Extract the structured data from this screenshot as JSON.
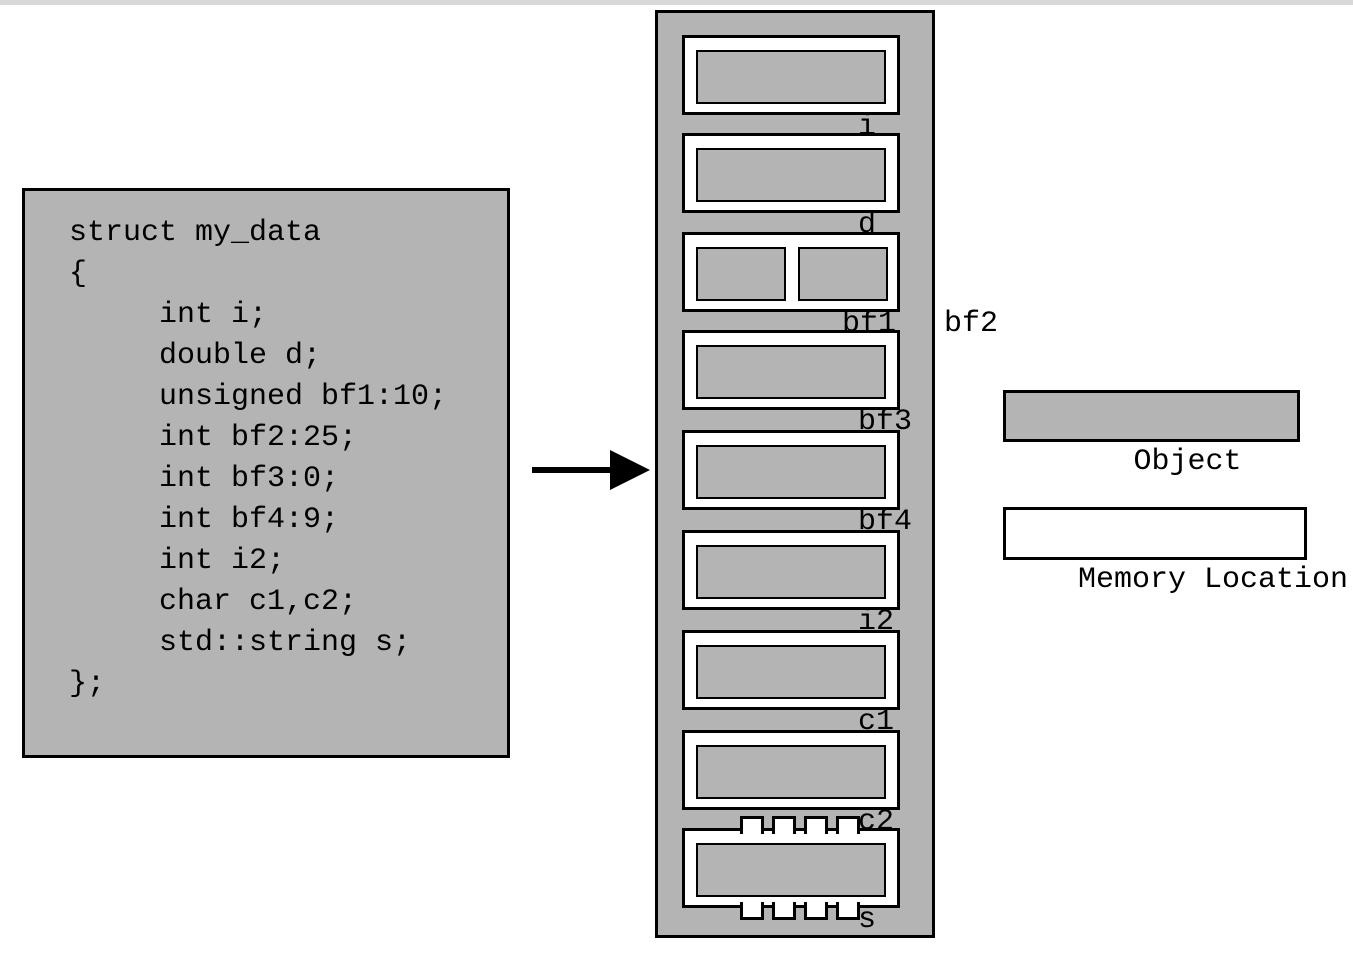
{
  "code": {
    "lines": [
      "struct my_data",
      "{",
      "     int i;",
      "     double d;",
      "     unsigned bf1:10;",
      "     int bf2:25;",
      "     int bf3:0;",
      "     int bf4:9;",
      "     int i2;",
      "     char c1,c2;",
      "     std::string s;",
      "};"
    ]
  },
  "memory": {
    "cells": [
      {
        "label": "i"
      },
      {
        "label": "d"
      },
      {
        "labels": [
          "bf1",
          "bf2"
        ]
      },
      {
        "label": "bf3"
      },
      {
        "label": "bf4"
      },
      {
        "label": "i2"
      },
      {
        "label": "c1"
      },
      {
        "label": "c2"
      },
      {
        "label": "s"
      }
    ]
  },
  "legend": {
    "object_label": "Object",
    "memory_location_label": "Memory Location"
  },
  "colors": {
    "object_fill": "#b4b4b4",
    "memory_location_fill": "#ffffff",
    "outline": "#000000"
  }
}
